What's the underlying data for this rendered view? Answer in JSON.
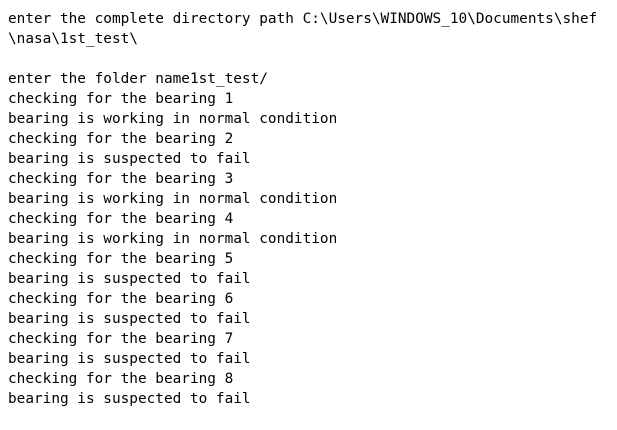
{
  "console": {
    "lines": [
      "enter the complete directory path C:\\Users\\WINDOWS_10\\Documents\\shef",
      "\\nasa\\1st_test\\",
      "",
      "enter the folder name1st_test/",
      "checking for the bearing 1",
      "bearing is working in normal condition",
      "checking for the bearing 2",
      "bearing is suspected to fail",
      "checking for the bearing 3",
      "bearing is working in normal condition",
      "checking for the bearing 4",
      "bearing is working in normal condition",
      "checking for the bearing 5",
      "bearing is suspected to fail",
      "checking for the bearing 6",
      "bearing is suspected to fail",
      "checking for the bearing 7",
      "bearing is suspected to fail",
      "checking for the bearing 8",
      "bearing is suspected to fail"
    ]
  }
}
